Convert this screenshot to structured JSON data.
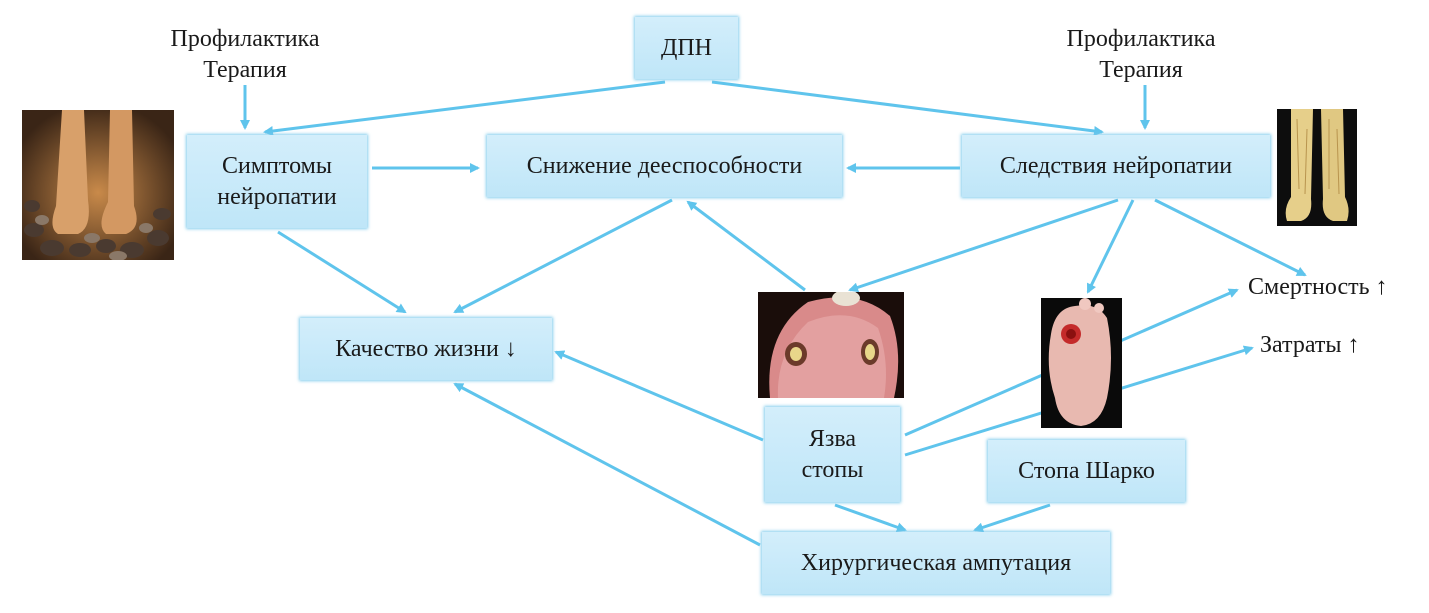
{
  "nodes": {
    "dpn": "ДПН",
    "symptoms": "Симптомы нейропатии",
    "disability": "Снижение дееспособности",
    "consequences": "Следствия нейропатии",
    "quality": "Качество жизни ↓",
    "ulcer": "Язва стопы",
    "charcot": "Стопа Шарко",
    "amputation": "Хирургическая ампутация"
  },
  "labels": {
    "prevention_left": "Профилактика",
    "therapy_left": "Терапия",
    "prevention_right": "Профилактика",
    "therapy_right": "Терапия",
    "mortality": "Смертность ↑",
    "costs": "Затраты ↑"
  },
  "images": {
    "feet_on_stones": "photo of bare feet standing on stones",
    "legs_xray": "photo of lower legs",
    "foot_ulcer": "photo of a foot with ulcers",
    "charcot_foot": "photo of a foot with a wound"
  },
  "colors": {
    "arrow": "#5fc4ec",
    "box_fill": "#c9eafa"
  }
}
